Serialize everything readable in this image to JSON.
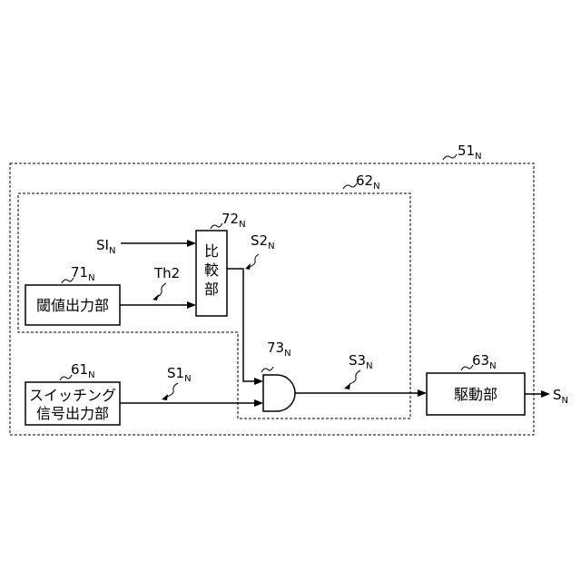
{
  "blocks": {
    "threshold": {
      "label": "閾値出力部",
      "ref": "71",
      "sub": "N"
    },
    "compare": {
      "chars": [
        "比",
        "較",
        "部"
      ],
      "ref": "72",
      "sub": "N"
    },
    "switching": {
      "line1": "スイッチング",
      "line2": "信号出力部",
      "ref": "61",
      "sub": "N"
    },
    "drive": {
      "label": "駆動部",
      "ref": "63",
      "sub": "N"
    },
    "and_gate": {
      "ref": "73",
      "sub": "N"
    }
  },
  "regions": {
    "outer": {
      "ref": "51",
      "sub": "N"
    },
    "inner": {
      "ref": "62",
      "sub": "N"
    }
  },
  "signals": {
    "si": {
      "main": "SI",
      "sub": "N"
    },
    "th2": {
      "main": "Th2"
    },
    "s1": {
      "main": "S1",
      "sub": "N"
    },
    "s2": {
      "main": "S2",
      "sub": "N"
    },
    "s3": {
      "main": "S3",
      "sub": "N"
    },
    "sn": {
      "main": "S",
      "sub": "N"
    }
  }
}
